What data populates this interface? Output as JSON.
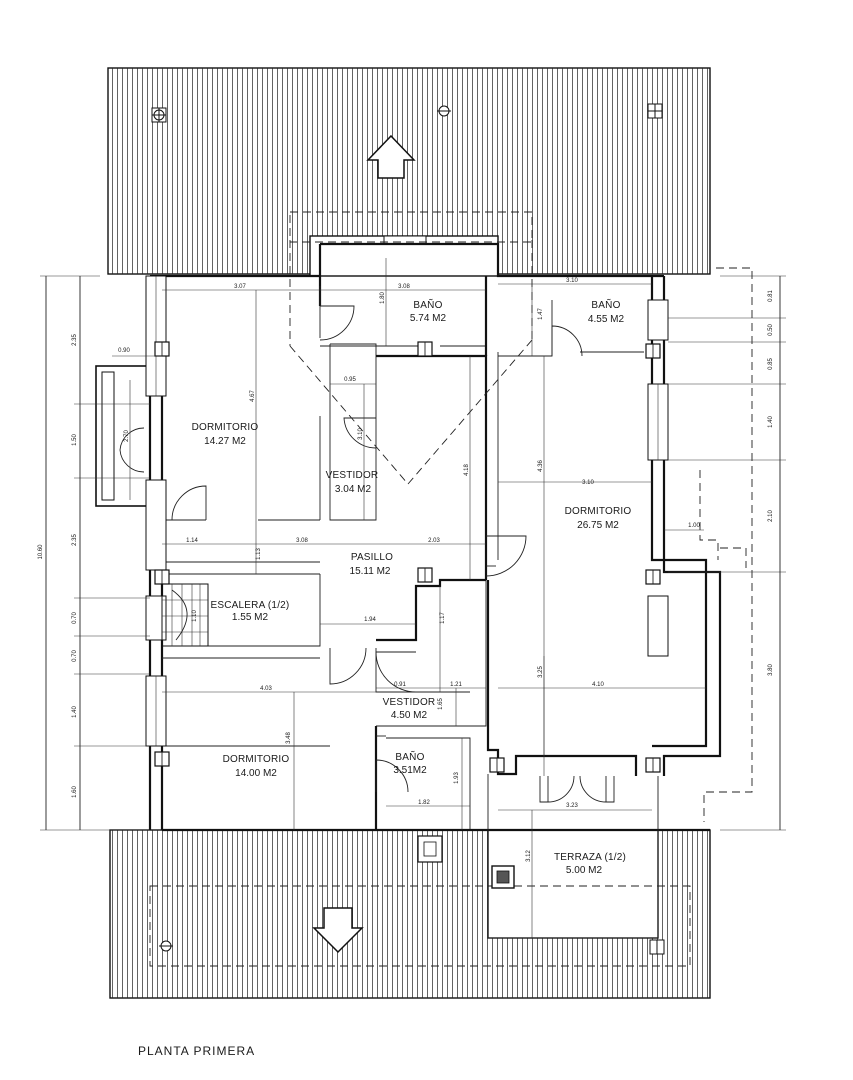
{
  "title": "PLANTA PRIMERA",
  "rooms": [
    {
      "id": "dormitorio-1",
      "name": "DORMITORIO",
      "area": "14.27 M2"
    },
    {
      "id": "bano-1",
      "name": "BAÑO",
      "area": "5.74 M2"
    },
    {
      "id": "bano-2",
      "name": "BAÑO",
      "area": "4.55 M2"
    },
    {
      "id": "vestidor-1",
      "name": "VESTIDOR",
      "area": "3.04 M2"
    },
    {
      "id": "pasillo",
      "name": "PASILLO",
      "area": "15.11 M2"
    },
    {
      "id": "dormitorio-2",
      "name": "DORMITORIO",
      "area": "26.75 M2"
    },
    {
      "id": "escalera",
      "name": "ESCALERA (1/2)",
      "area": "1.55 M2"
    },
    {
      "id": "vestidor-2",
      "name": "VESTIDOR",
      "area": "4.50 M2"
    },
    {
      "id": "dormitorio-3",
      "name": "DORMITORIO",
      "area": "14.00 M2"
    },
    {
      "id": "bano-3",
      "name": "BAÑO",
      "area": "3.51M2"
    },
    {
      "id": "terraza",
      "name": "TERRAZA (1/2)",
      "area": "5.00 M2"
    }
  ],
  "dimensions": {
    "d307": "3.07",
    "d308": "3.08",
    "d310": "3.10",
    "d180": "1.80",
    "d147": "1.47",
    "d090": "0.90",
    "d095": "0.95",
    "d467": "4.67",
    "d270": "2.70",
    "d310v": "3.10",
    "d436": "4.36",
    "d310h": "3.10",
    "d418": "4.18",
    "d114": "1.14",
    "d308h": "3.08",
    "d203": "2.03",
    "d113": "1.13",
    "d100": "1.00",
    "d194": "1.94",
    "d117": "1.17",
    "d091": "0.91",
    "d121": "1.21",
    "d165": "1.65",
    "d403": "4.03",
    "d348": "3.48",
    "d325": "3.25",
    "d410": "4.10",
    "d193": "1.93",
    "d182": "1.82",
    "d323": "3.23",
    "d312": "3.12",
    "d110": "1.10",
    "left_total": "10.60",
    "left_chain": [
      "2.35",
      "1.50",
      "2.35",
      "0.70",
      "0.70",
      "1.40",
      "1.60"
    ],
    "right_chain": [
      "0.81",
      "0.50",
      "0.85",
      "1.40",
      "2.10",
      "3.80"
    ]
  },
  "icons": {
    "north_arrow": "up-arrow-icon",
    "south_arrow": "down-arrow-icon"
  }
}
